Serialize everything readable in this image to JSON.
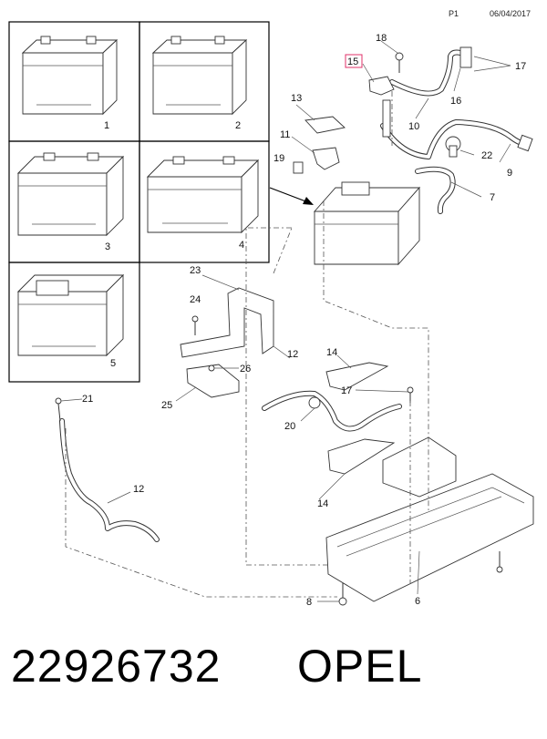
{
  "header": {
    "page": "P1",
    "date": "06/04/2017"
  },
  "footer": {
    "part_number": "22926732",
    "brand": "OPEL"
  },
  "highlight_color": "#e0306a",
  "callouts": {
    "c1": "1",
    "c2": "2",
    "c3": "3",
    "c4": "4",
    "c5": "5",
    "c6": "6",
    "c7": "7",
    "c8": "8",
    "c9": "9",
    "c10": "10",
    "c11": "11",
    "c12a": "12",
    "c12b": "12",
    "c13": "13",
    "c14a": "14",
    "c14b": "14",
    "c15": "15",
    "c16": "16",
    "c17a": "17",
    "c17b": "17",
    "c18": "18",
    "c19": "19",
    "c20": "20",
    "c21": "21",
    "c22": "22",
    "c23": "23",
    "c24": "24",
    "c25": "25",
    "c26": "26"
  }
}
